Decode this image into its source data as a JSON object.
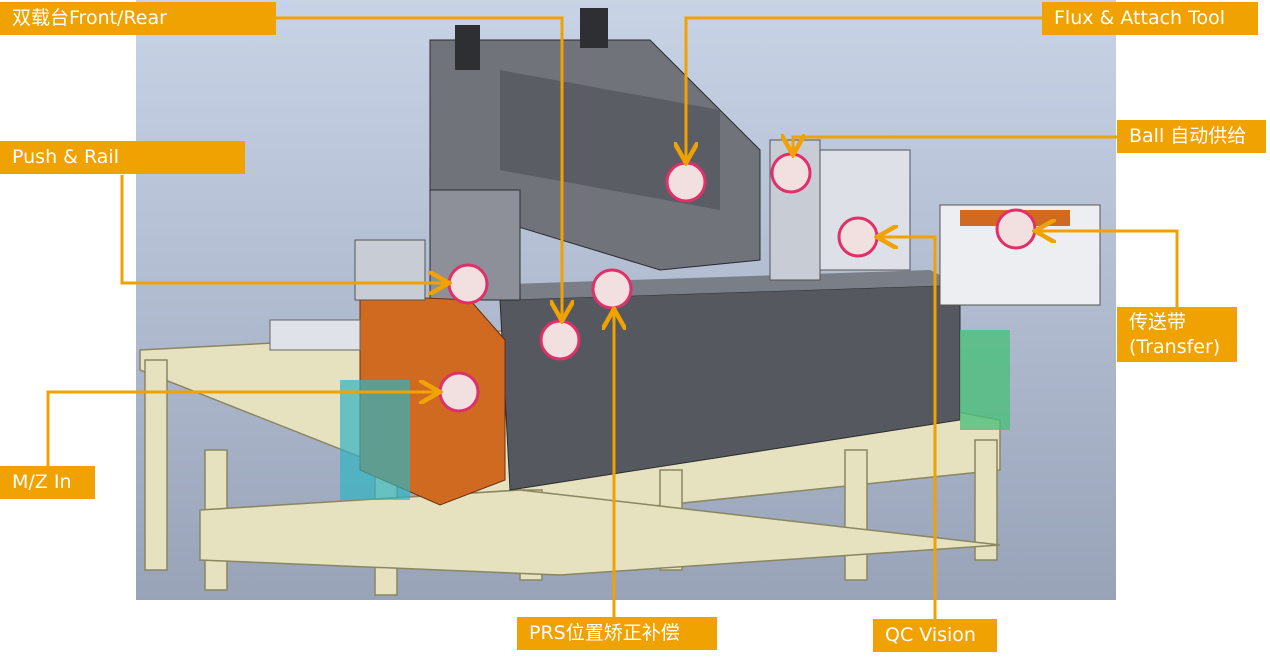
{
  "labels": {
    "dual_stage": "双载台Front/Rear",
    "push_rail": "Push & Rail",
    "flux_attach": "Flux & Attach Tool",
    "ball_feed": "Ball 自动供给",
    "transfer_cn": "传送带",
    "transfer_en": "(Transfer)",
    "mz_in": "M/Z In",
    "prs": "PRS位置矫正补偿",
    "qc_vision": "QC Vision"
  },
  "colors": {
    "label_bg": "#f0a202",
    "marker_ring": "#e0306a",
    "machine_body": "#55585e",
    "frame": "#e6e2c0",
    "panel": "#d06a20"
  }
}
